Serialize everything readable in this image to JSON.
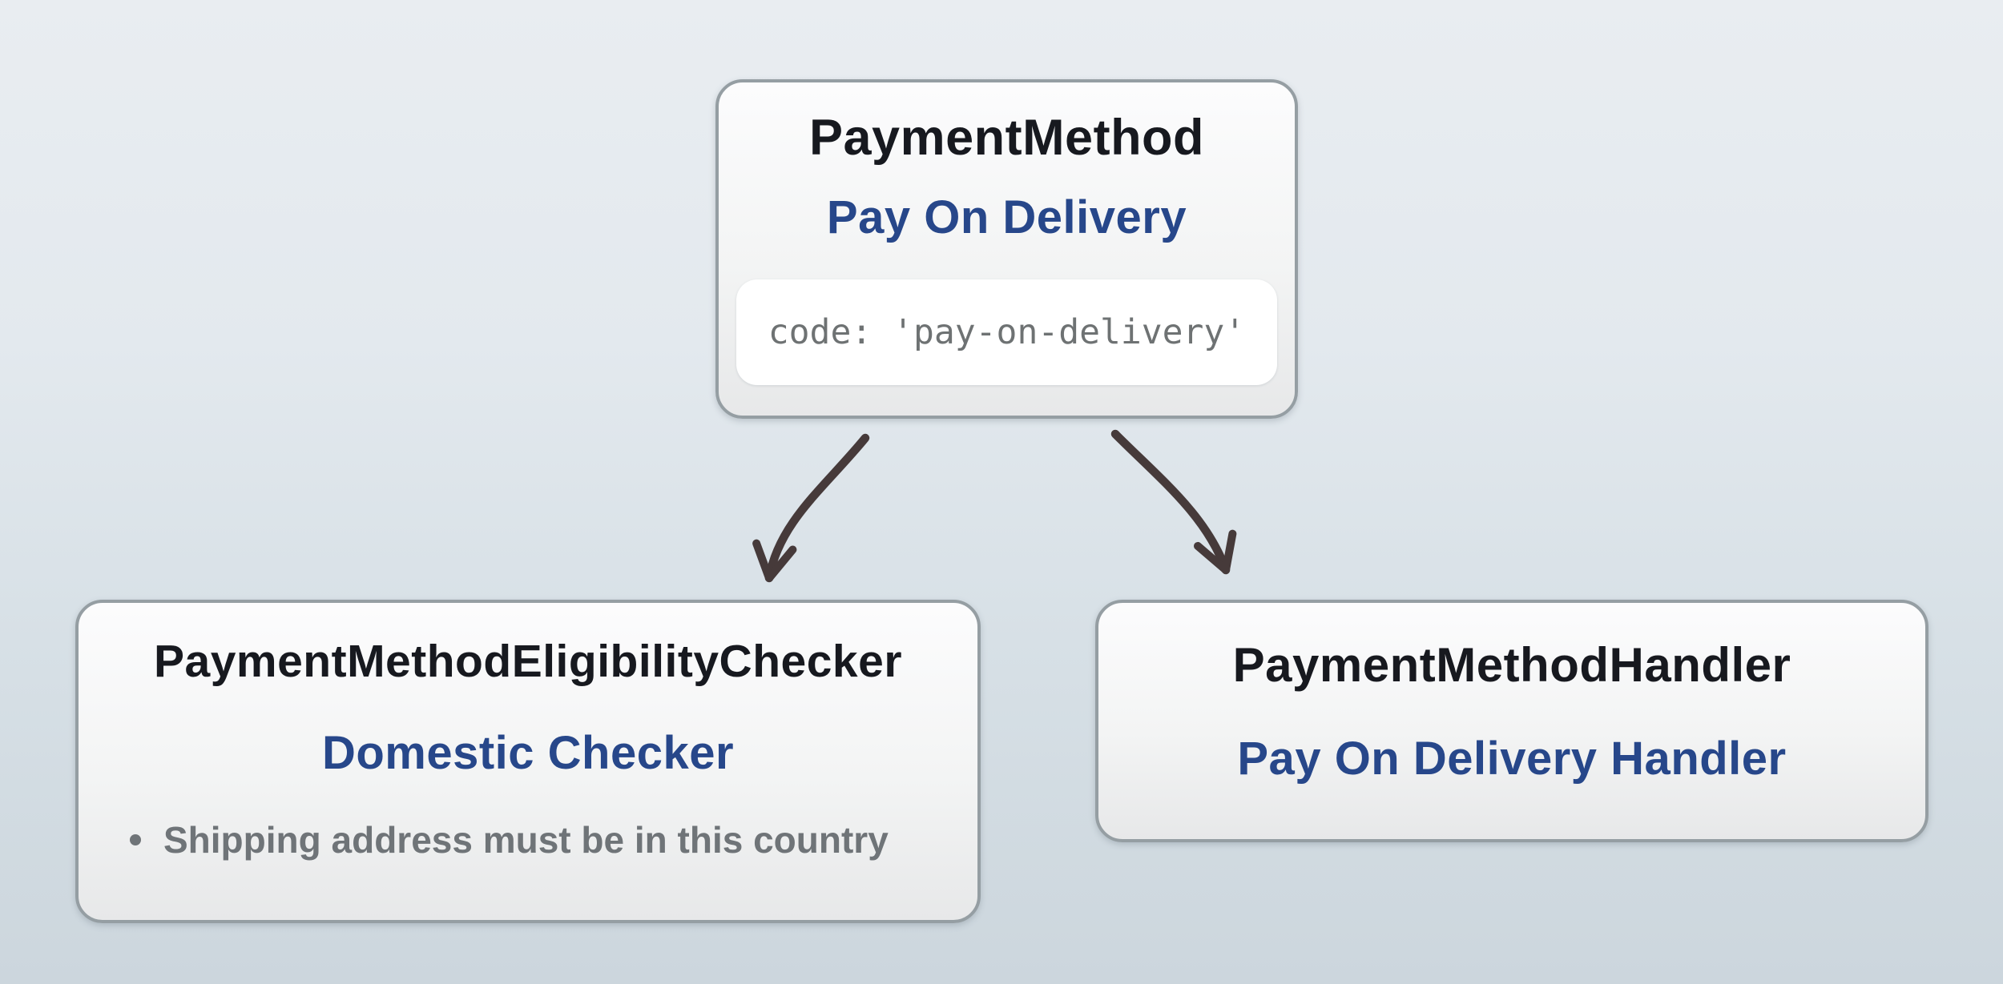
{
  "diagram": {
    "colors": {
      "background_top": "#e9edf1",
      "background_bottom": "#ccd6dd",
      "card_border": "#959ea3",
      "card_fill_top": "#fcfcfd",
      "card_fill_bottom": "#e7e8e9",
      "title_text": "#17191f",
      "accent_blue": "#27478a",
      "muted_gray": "#6f7478",
      "code_text": "#6e7273",
      "arrow": "#463a3a"
    },
    "nodes": {
      "payment_method": {
        "class_name": "PaymentMethod",
        "instance_name": "Pay On Delivery",
        "code": "code: 'pay-on-delivery'"
      },
      "eligibility_checker": {
        "class_name": "PaymentMethodEligibilityChecker",
        "instance_name": "Domestic Checker",
        "rules": [
          "Shipping address must be in this country"
        ]
      },
      "handler": {
        "class_name": "PaymentMethodHandler",
        "instance_name": "Pay On Delivery Handler"
      }
    }
  }
}
